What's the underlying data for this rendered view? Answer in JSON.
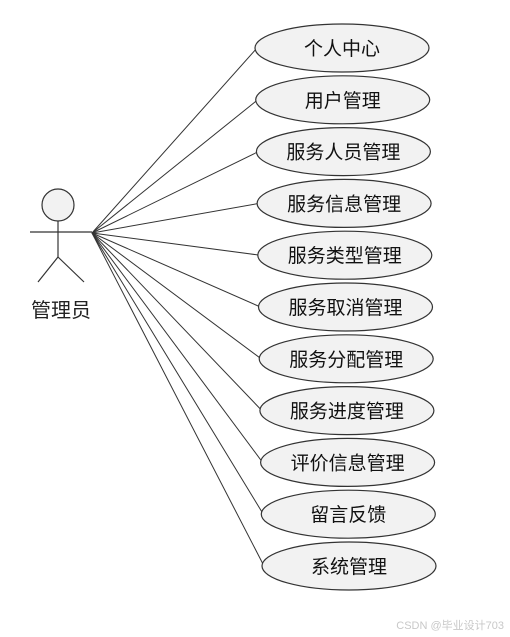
{
  "actor": {
    "name": "管理员"
  },
  "use_cases": [
    {
      "label": "个人中心"
    },
    {
      "label": "用户管理"
    },
    {
      "label": "服务人员管理"
    },
    {
      "label": "服务信息管理"
    },
    {
      "label": "服务类型管理"
    },
    {
      "label": "服务取消管理"
    },
    {
      "label": "服务分配管理"
    },
    {
      "label": "服务进度管理"
    },
    {
      "label": "评价信息管理"
    },
    {
      "label": "留言反馈"
    },
    {
      "label": "系统管理"
    }
  ],
  "watermark": "CSDN @毕业设计703",
  "colors": {
    "ellipse_fill": "#f2f2f2",
    "stroke": "#333333"
  }
}
